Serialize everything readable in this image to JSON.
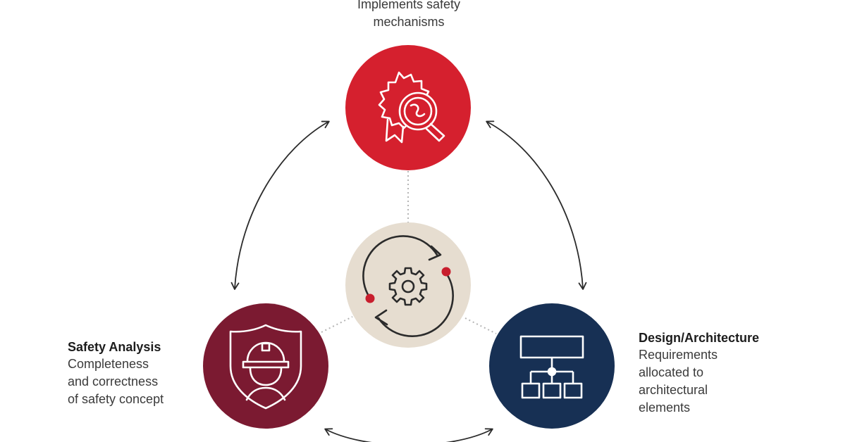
{
  "colors": {
    "top_node": "#d5202e",
    "left_node": "#7b1a31",
    "right_node": "#173054",
    "center_node": "#e6ddd0",
    "accent_dot": "#c81e2d",
    "arrow": "#2b2b2b",
    "dotted_link": "#b5b5b5"
  },
  "nodes": {
    "top": {
      "icon": "quality-inspection-icon",
      "lines": [
        "Implements safety",
        "mechanisms"
      ]
    },
    "left": {
      "icon": "safety-helmet-shield-icon",
      "title": "Safety Analysis",
      "lines": [
        "Completeness",
        "and correctness",
        "of safety concept"
      ]
    },
    "right": {
      "icon": "architecture-hierarchy-icon",
      "title": "Design/Architecture",
      "lines": [
        "Requirements",
        "allocated to",
        "architectural",
        "elements"
      ]
    },
    "center": {
      "icon": "gear-cycle-icon"
    }
  }
}
